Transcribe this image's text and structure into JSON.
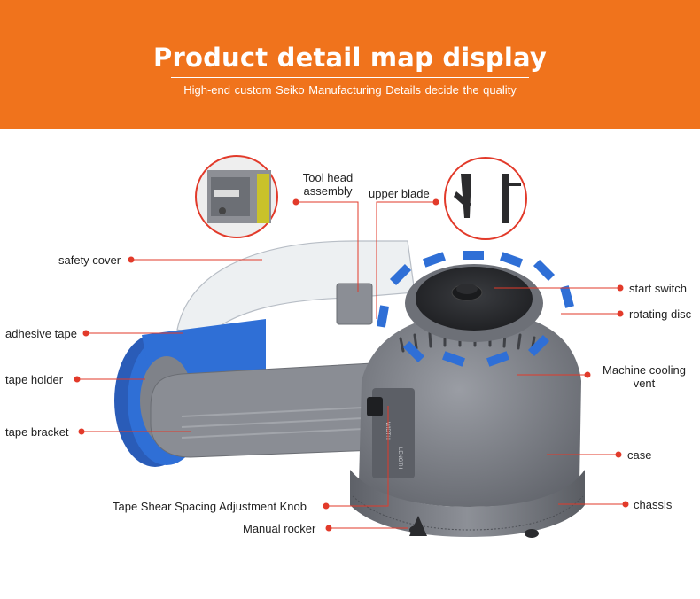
{
  "header": {
    "title": "Product detail map display",
    "subtitle": "High-end custom  Seiko Manufacturing  Details decide the quality"
  },
  "labels": {
    "tool_head_assembly": "Tool head assembly",
    "upper_blade": "upper blade",
    "safety_cover": "safety cover",
    "adhesive_tape": "adhesive tape",
    "tape_holder": "tape holder",
    "tape_bracket": "tape bracket",
    "start_switch": "start switch",
    "rotating_disc": "rotating disc",
    "machine_cooling_vent": "Machine cooling vent",
    "case": "case",
    "chassis": "chassis",
    "adjustment_knob": "Tape Shear Spacing Adjustment Knob",
    "manual_rocker": "Manual rocker"
  },
  "panel_text": {
    "width": "WIDTH",
    "length": "LENGTH"
  },
  "colors": {
    "banner": "#f0731c",
    "leader": "#e23a2a",
    "tape": "#2f6fd6",
    "body": "#7a7d85"
  }
}
